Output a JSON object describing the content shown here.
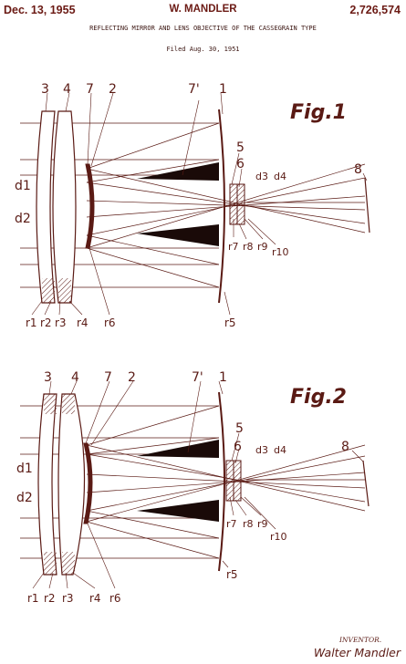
{
  "header": {
    "date": "Dec. 13, 1955",
    "inventor": "W. MANDLER",
    "patent_number": "2,726,574",
    "subtitle": "REFLECTING MIRROR AND LENS OBJECTIVE OF THE CASSEGRAIN TYPE",
    "filed": "Filed Aug. 30, 1951"
  },
  "figures": [
    {
      "title": "Fig.1",
      "labels": {
        "3": "3",
        "4": "4",
        "7": "7",
        "2": "2",
        "7p": "7'",
        "1": "1",
        "5": "5",
        "6": "6",
        "d1": "d1",
        "d2": "d2",
        "d3": "d3",
        "d4": "d4",
        "8": "8",
        "r1": "r1",
        "r2": "r2",
        "r3": "r3",
        "r4": "r4",
        "r5": "r5",
        "r6": "r6",
        "r7": "r7",
        "r8": "r8",
        "r9": "r9",
        "r10": "r10"
      }
    },
    {
      "title": "Fig.2",
      "labels": {
        "3": "3",
        "4": "4",
        "7": "7",
        "2": "2",
        "7p": "7'",
        "1": "1",
        "5": "5",
        "6": "6",
        "d1": "d1",
        "d2": "d2",
        "d3": "d3",
        "d4": "d4",
        "8": "8",
        "r1": "r1",
        "r2": "r2",
        "r3": "r3",
        "r4": "r4",
        "r5": "r5",
        "r6": "r6",
        "r7": "r7",
        "r8": "r8",
        "r9": "r9",
        "r10": "r10"
      }
    }
  ],
  "footer": {
    "inventor_title": "INVENTOR.",
    "inventor_name": "Walter Mandler"
  },
  "colors": {
    "ink": "#5a1a14",
    "paper": "#ffffff"
  }
}
